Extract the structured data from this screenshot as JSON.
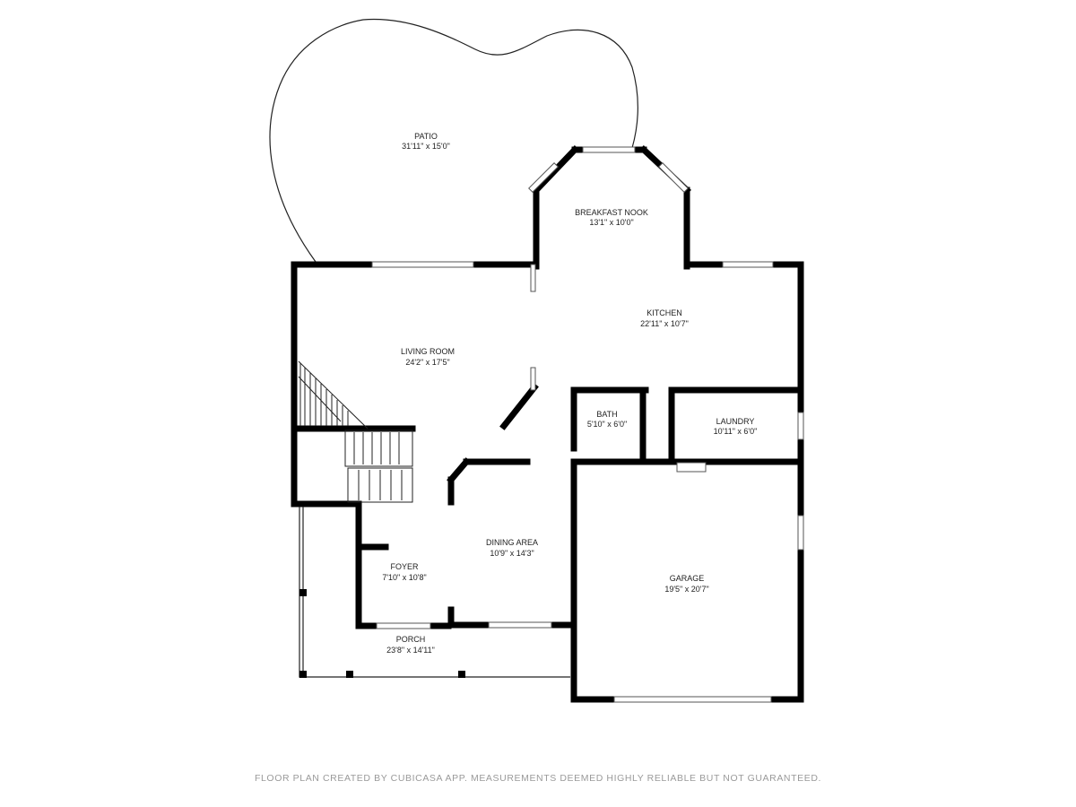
{
  "rooms": [
    {
      "key": "patio",
      "name": "PATIO",
      "dims": "31'11\" x 15'0\""
    },
    {
      "key": "breakfast",
      "name": "BREAKFAST NOOK",
      "dims": "13'1\" x 10'0\""
    },
    {
      "key": "kitchen",
      "name": "KITCHEN",
      "dims": "22'11\" x 10'7\""
    },
    {
      "key": "living",
      "name": "LIVING ROOM",
      "dims": "24'2\" x 17'5\""
    },
    {
      "key": "bath",
      "name": "BATH",
      "dims": "5'10\" x 6'0\""
    },
    {
      "key": "laundry",
      "name": "LAUNDRY",
      "dims": "10'11\" x 6'0\""
    },
    {
      "key": "dining",
      "name": "DINING AREA",
      "dims": "10'9\" x 14'3\""
    },
    {
      "key": "foyer",
      "name": "FOYER",
      "dims": "7'10\" x 10'8\""
    },
    {
      "key": "garage",
      "name": "GARAGE",
      "dims": "19'5\" x 20'7\""
    },
    {
      "key": "porch",
      "name": "PORCH",
      "dims": "23'8\" x 14'11\""
    }
  ],
  "footer": "FLOOR PLAN CREATED BY CUBICASA APP. MEASUREMENTS DEEMED HIGHLY RELIABLE BUT NOT GUARANTEED."
}
